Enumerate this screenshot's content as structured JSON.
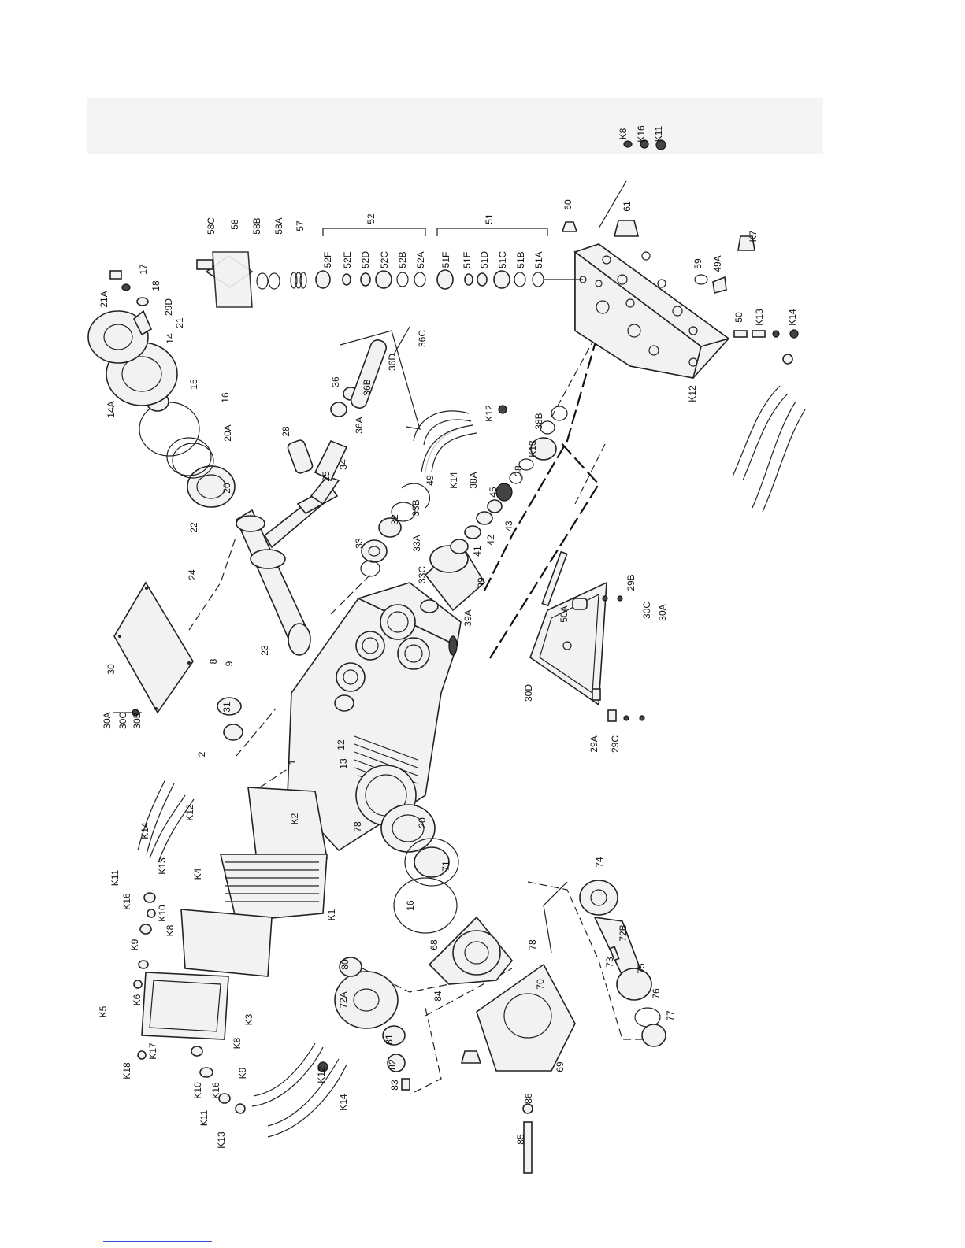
{
  "labels": {
    "sideplate": [
      "30A",
      "30C",
      "30B",
      "30",
      "2",
      "31",
      "8",
      "9",
      "23",
      "1"
    ],
    "crank": [
      "24",
      "22",
      "20",
      "20A",
      "16",
      "15",
      "14",
      "14A",
      "21",
      "21A",
      "17",
      "18",
      "29D",
      "28",
      "25",
      "34",
      "36A",
      "36",
      "36B",
      "36D",
      "36C"
    ],
    "head": [
      "58C",
      "58",
      "58B",
      "58A",
      "57",
      "52",
      "52F",
      "52E",
      "52D",
      "52C",
      "52B",
      "52A",
      "51",
      "51F",
      "51E",
      "51D",
      "51C",
      "51B",
      "51A",
      "60",
      "61",
      "K8",
      "K16",
      "K11",
      "59",
      "49A",
      "K7",
      "50",
      "K13",
      "K12",
      "K14"
    ],
    "seals": [
      "33",
      "32",
      "33A",
      "33B",
      "33C",
      "39",
      "39A",
      "41",
      "42",
      "43",
      "45",
      "38A",
      "38B",
      "38",
      "K13",
      "K12",
      "K14",
      "49",
      "50A"
    ],
    "drain": [
      "30D",
      "29B",
      "30C",
      "30A",
      "29A",
      "29C"
    ],
    "left": [
      "K14",
      "K12",
      "K11",
      "K13",
      "K4",
      "K16",
      "K10",
      "K8",
      "K9",
      "K6",
      "K5",
      "K17",
      "K18",
      "K3",
      "K2",
      "K1",
      "78",
      "12",
      "13"
    ],
    "gearbox": [
      "20",
      "71",
      "16",
      "68",
      "74",
      "72B",
      "73",
      "75",
      "76",
      "77",
      "78",
      "80",
      "72A",
      "84",
      "70",
      "81",
      "82",
      "83",
      "69",
      "86",
      "85"
    ],
    "bottom": [
      "K10",
      "K16",
      "K11",
      "K13",
      "K8",
      "K9",
      "K12",
      "K14"
    ]
  }
}
